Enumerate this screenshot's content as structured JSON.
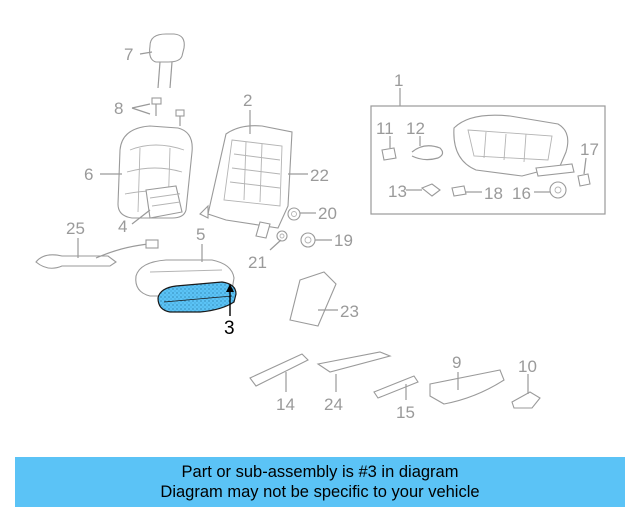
{
  "callouts": {
    "c1": "1",
    "c2": "2",
    "c3": "3",
    "c4": "4",
    "c5": "5",
    "c6": "6",
    "c7": "7",
    "c8": "8",
    "c9": "9",
    "c10": "10",
    "c11": "11",
    "c12": "12",
    "c13": "13",
    "c14": "14",
    "c15": "15",
    "c16": "16",
    "c17": "17",
    "c18": "18",
    "c19": "19",
    "c20": "20",
    "c21": "21",
    "c22": "22",
    "c23": "23",
    "c24": "24",
    "c25": "25"
  },
  "highlight_color": "#5bc3f6",
  "banner": {
    "line1": "Part or sub-assembly is #3 in diagram",
    "line2": "Diagram may not be specific to your vehicle"
  }
}
